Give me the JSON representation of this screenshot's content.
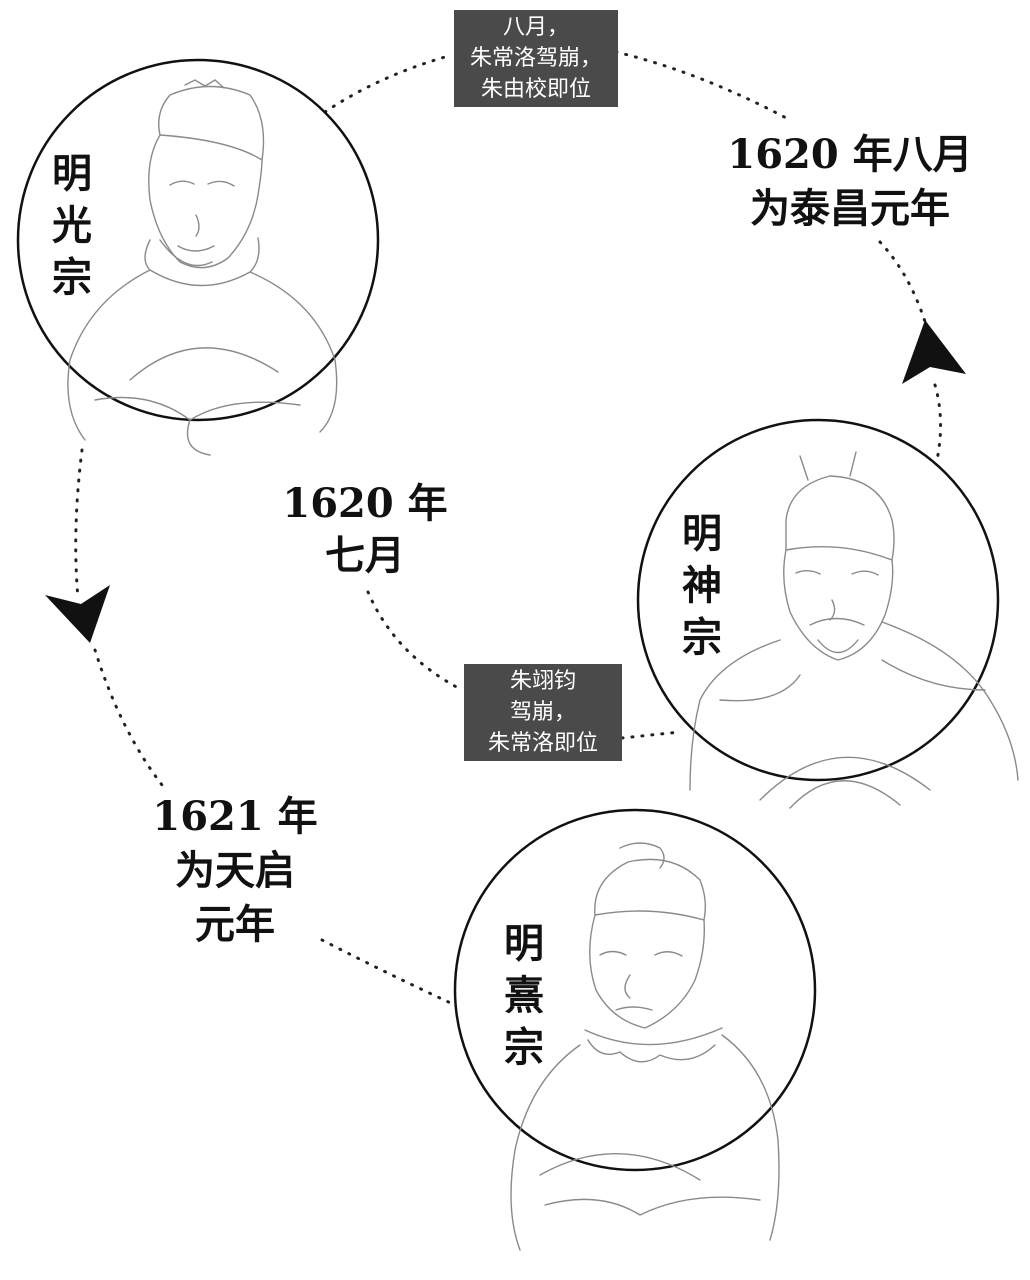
{
  "nodes": {
    "shenzong": {
      "name_chars": [
        "明",
        "神",
        "宗"
      ]
    },
    "guangzong": {
      "name_chars": [
        "明",
        "光",
        "宗"
      ]
    },
    "xizong": {
      "name_chars": [
        "明",
        "熹",
        "宗"
      ]
    }
  },
  "events": {
    "top": {
      "lines": [
        "八月，",
        "朱常洛驾崩，",
        "朱由校即位"
      ]
    },
    "middle": {
      "lines": [
        "朱翊钧",
        "驾崩，",
        "朱常洛即位"
      ]
    }
  },
  "labels": {
    "taichang": [
      "1620 年八月",
      "为泰昌元年"
    ],
    "july": [
      "1620 年",
      "七月"
    ],
    "tianqi": [
      "1621 年",
      "为天启",
      "元年"
    ]
  },
  "colors": {
    "ink": "#111111",
    "box": "#4a4a4a",
    "sketch": "#8a8a8a"
  }
}
